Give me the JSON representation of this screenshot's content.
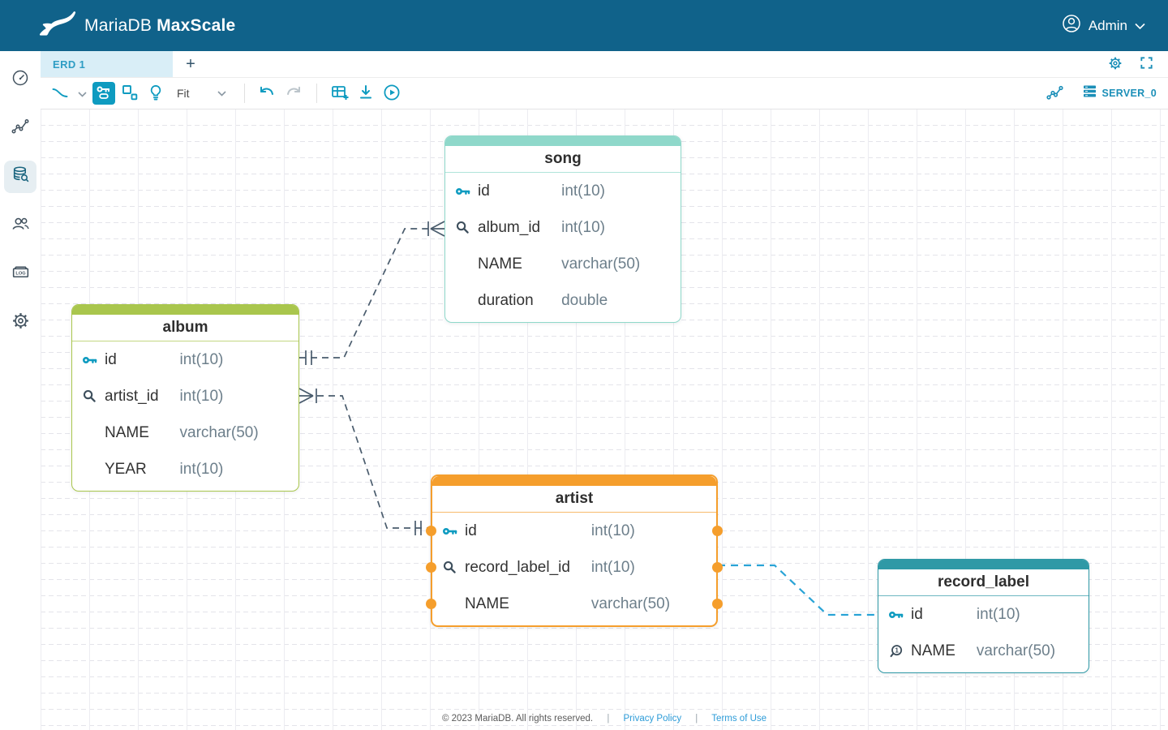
{
  "header": {
    "brand_primary": "MariaDB",
    "brand_secondary": "MaxScale",
    "user_label": "Admin"
  },
  "tab_bar": {
    "tabs": [
      {
        "label": "ERD 1",
        "active": true
      }
    ],
    "add_tab_label": "+"
  },
  "toolbar": {
    "zoom_value": "Fit",
    "server_label": "SERVER_0",
    "undo_enabled": true,
    "redo_enabled": false
  },
  "sidebar": {
    "items": [
      {
        "name": "dashboard",
        "active": false
      },
      {
        "name": "visualization",
        "active": false
      },
      {
        "name": "query-editor",
        "active": true
      },
      {
        "name": "users",
        "active": false
      },
      {
        "name": "logs",
        "active": false
      },
      {
        "name": "settings",
        "active": false
      }
    ]
  },
  "erd": {
    "tables": [
      {
        "name": "song",
        "color": "#8fd8ca",
        "selected": false,
        "columns": [
          {
            "icon": "primary-key-icon",
            "name": "id",
            "type": "int(10)"
          },
          {
            "icon": "index-icon",
            "name": "album_id",
            "type": "int(10)"
          },
          {
            "icon": "",
            "name": "NAME",
            "type": "varchar(50)"
          },
          {
            "icon": "",
            "name": "duration",
            "type": "double"
          }
        ]
      },
      {
        "name": "album",
        "color": "#a9c64d",
        "selected": false,
        "columns": [
          {
            "icon": "primary-key-icon",
            "name": "id",
            "type": "int(10)"
          },
          {
            "icon": "index-icon",
            "name": "artist_id",
            "type": "int(10)"
          },
          {
            "icon": "",
            "name": "NAME",
            "type": "varchar(50)"
          },
          {
            "icon": "",
            "name": "YEAR",
            "type": "int(10)"
          }
        ]
      },
      {
        "name": "artist",
        "color": "#f59e2c",
        "selected": true,
        "columns": [
          {
            "icon": "primary-key-icon",
            "name": "id",
            "type": "int(10)"
          },
          {
            "icon": "index-icon",
            "name": "record_label_id",
            "type": "int(10)"
          },
          {
            "icon": "",
            "name": "NAME",
            "type": "varchar(50)"
          }
        ]
      },
      {
        "name": "record_label",
        "color": "#2f99a6",
        "selected": false,
        "columns": [
          {
            "icon": "primary-key-icon",
            "name": "id",
            "type": "int(10)"
          },
          {
            "icon": "unique-icon",
            "name": "NAME",
            "type": "varchar(50)"
          }
        ]
      }
    ],
    "relationships": [
      {
        "from": "album.id",
        "to": "song.album_id",
        "cardinality": "one-to-many",
        "highlighted": false
      },
      {
        "from": "artist.id",
        "to": "album.artist_id",
        "cardinality": "one-to-many",
        "highlighted": false
      },
      {
        "from": "record_label.id",
        "to": "artist.record_label_id",
        "cardinality": "one-to-many",
        "highlighted": true
      }
    ]
  },
  "footer": {
    "copyright": "© 2023 MariaDB. All rights reserved.",
    "separator": "|",
    "links": [
      "Privacy Policy",
      "Terms of Use"
    ]
  },
  "colors": {
    "header_bg": "#10628a",
    "accent_blue": "#0e9bc0",
    "tab_active_bg": "#d9eef7",
    "tab_active_text": "#2e9dc4",
    "relationship": "#4a5c6d",
    "relationship_highlight": "#29a3d6",
    "connection_dot": "#f59e2c"
  }
}
